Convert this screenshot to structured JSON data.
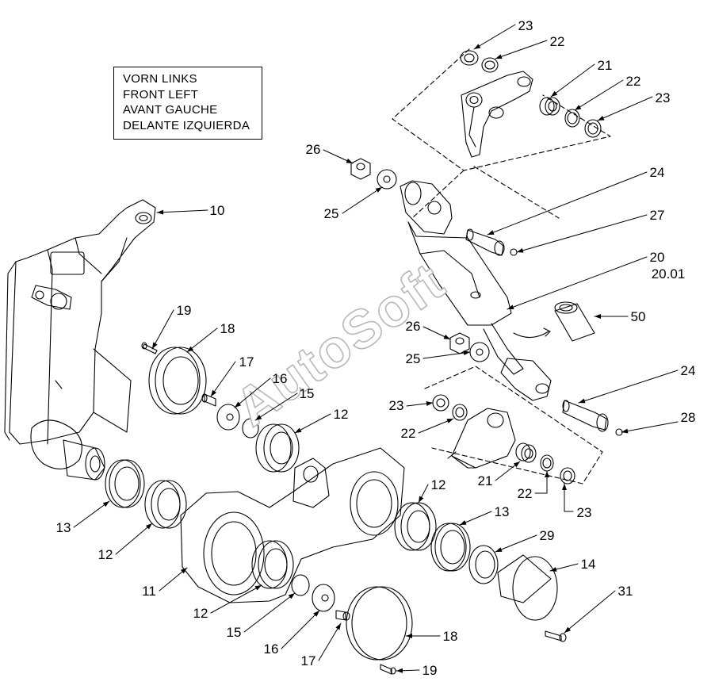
{
  "orientation_box": {
    "lines": [
      "VORN LINKS",
      "FRONT LEFT",
      "AVANT GAUCHE",
      "DELANTE IZQUIERDA"
    ]
  },
  "watermark": "AutoSoft",
  "colors": {
    "line": "#000000",
    "watermark": "#b8b8b8",
    "background": "#ffffff"
  },
  "callouts": [
    {
      "id": "c23a",
      "number": "23"
    },
    {
      "id": "c22a",
      "number": "22"
    },
    {
      "id": "c21a",
      "number": "21"
    },
    {
      "id": "c22b",
      "number": "22"
    },
    {
      "id": "c23b",
      "number": "23"
    },
    {
      "id": "c26a",
      "number": "26"
    },
    {
      "id": "c10",
      "number": "10"
    },
    {
      "id": "c24a",
      "number": "24"
    },
    {
      "id": "c25a",
      "number": "25"
    },
    {
      "id": "c27",
      "number": "27"
    },
    {
      "id": "c20",
      "number": "20",
      "sub": "20.01"
    },
    {
      "id": "c19a",
      "number": "19"
    },
    {
      "id": "c18a",
      "number": "18"
    },
    {
      "id": "c50",
      "number": "50"
    },
    {
      "id": "c26b",
      "number": "26"
    },
    {
      "id": "c17a",
      "number": "17"
    },
    {
      "id": "c16a",
      "number": "16"
    },
    {
      "id": "c25b",
      "number": "25"
    },
    {
      "id": "c15a",
      "number": "15"
    },
    {
      "id": "c24b",
      "number": "24"
    },
    {
      "id": "c12a",
      "number": "12"
    },
    {
      "id": "c23c",
      "number": "23"
    },
    {
      "id": "c28",
      "number": "28"
    },
    {
      "id": "c22c",
      "number": "22"
    },
    {
      "id": "c21b",
      "number": "21"
    },
    {
      "id": "c22d",
      "number": "22"
    },
    {
      "id": "c23d",
      "number": "23"
    },
    {
      "id": "c12b",
      "number": "12"
    },
    {
      "id": "c13a",
      "number": "13"
    },
    {
      "id": "c12c",
      "number": "12"
    },
    {
      "id": "c13b",
      "number": "13"
    },
    {
      "id": "c29",
      "number": "29"
    },
    {
      "id": "c14",
      "number": "14"
    },
    {
      "id": "c11",
      "number": "11"
    },
    {
      "id": "c31",
      "number": "31"
    },
    {
      "id": "c12d",
      "number": "12"
    },
    {
      "id": "c15b",
      "number": "15"
    },
    {
      "id": "c18b",
      "number": "18"
    },
    {
      "id": "c16b",
      "number": "16"
    },
    {
      "id": "c17b",
      "number": "17"
    },
    {
      "id": "c19b",
      "number": "19"
    }
  ]
}
